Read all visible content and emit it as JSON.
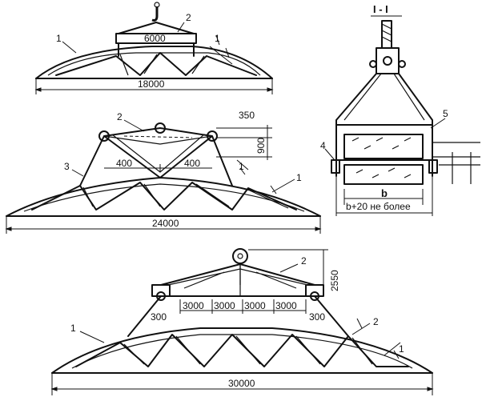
{
  "drawing": {
    "fig1": {
      "span": "18000",
      "beam": "6000",
      "callouts": [
        "1",
        "2",
        "1"
      ]
    },
    "fig2": {
      "span": "24000",
      "offset_top": "350",
      "height": "900",
      "half_left": "400",
      "half_right": "400",
      "callouts": [
        "2",
        "3",
        "1",
        "1"
      ]
    },
    "fig3": {
      "span": "30000",
      "height": "2550",
      "segments": [
        "3000",
        "3000",
        "3000",
        "3000"
      ],
      "end_left": "300",
      "end_right": "300",
      "callouts": [
        "2",
        "1",
        "2",
        "1"
      ]
    },
    "section": {
      "title": "I - I",
      "b": "b",
      "b_limit": "b+20 не более",
      "callouts": [
        "5",
        "4"
      ]
    }
  }
}
